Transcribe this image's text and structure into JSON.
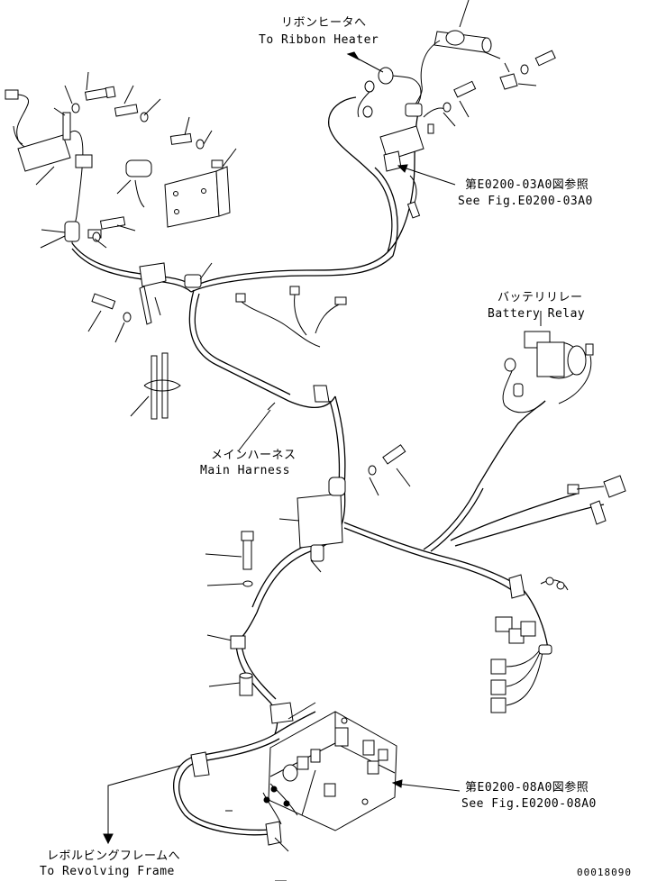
{
  "labels": {
    "ribbon_heater_jp": "リボンヒータへ",
    "ribbon_heater_en": "To Ribbon Heater",
    "fig_03a0_jp": "第E0200-03A0図参照",
    "fig_03a0_en": "See Fig.E0200-03A0",
    "battery_relay_jp": "バッテリリレー",
    "battery_relay_en": "Battery Relay",
    "main_harness_jp": "メインハーネス",
    "main_harness_en": "Main Harness",
    "fig_08a0_jp": "第E0200-08A0図参照",
    "fig_08a0_en": "See Fig.E0200-08A0",
    "revolving_frame_jp": "レボルビングフレームへ",
    "revolving_frame_en": "To Revolving Frame",
    "drawing_number": "00018090"
  }
}
